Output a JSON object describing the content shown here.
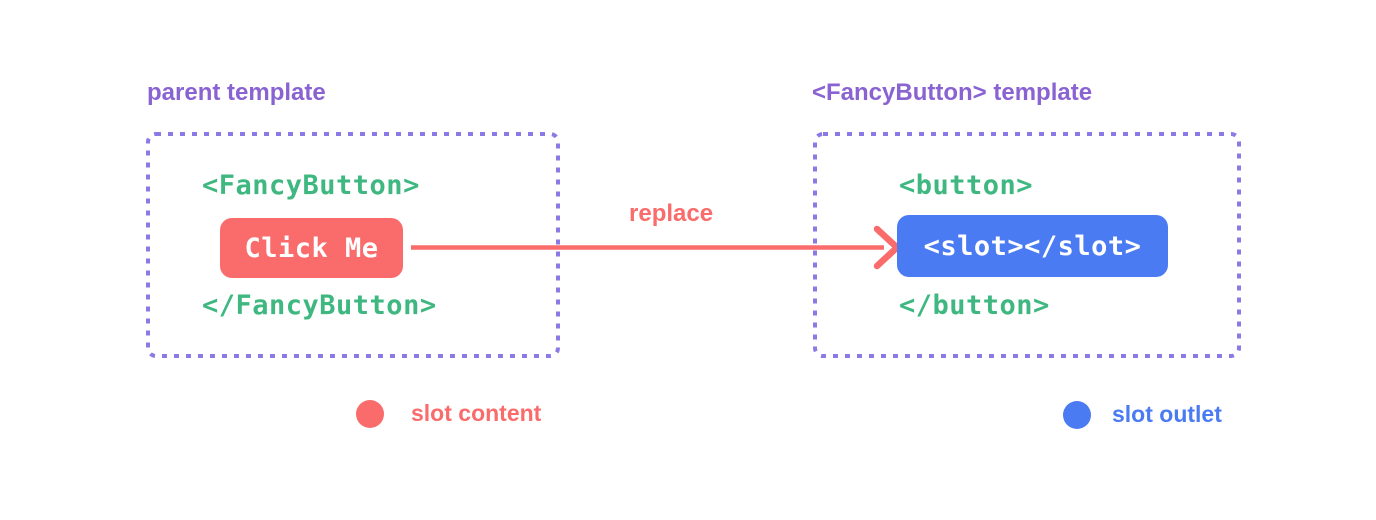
{
  "diagram": {
    "left_panel": {
      "title": "parent template",
      "code_open": "<FancyButton>",
      "content_button_label": "Click Me",
      "code_close": "</FancyButton>"
    },
    "arrow": {
      "label": "replace"
    },
    "right_panel": {
      "title": "<FancyButton> template",
      "code_open": "<button>",
      "slot_outlet_label": "<slot></slot>",
      "code_close": "</button>"
    },
    "legend": {
      "slot_content_label": "slot content",
      "slot_outlet_label": "slot outlet"
    }
  },
  "colors": {
    "purple-text": "#8a63d2",
    "purple-border": "#8b7ae6",
    "green": "#3eb880",
    "red": "#fa6b6b",
    "blue": "#4a7bf3",
    "button-text": "#ffffff",
    "background": "#ffffff"
  }
}
